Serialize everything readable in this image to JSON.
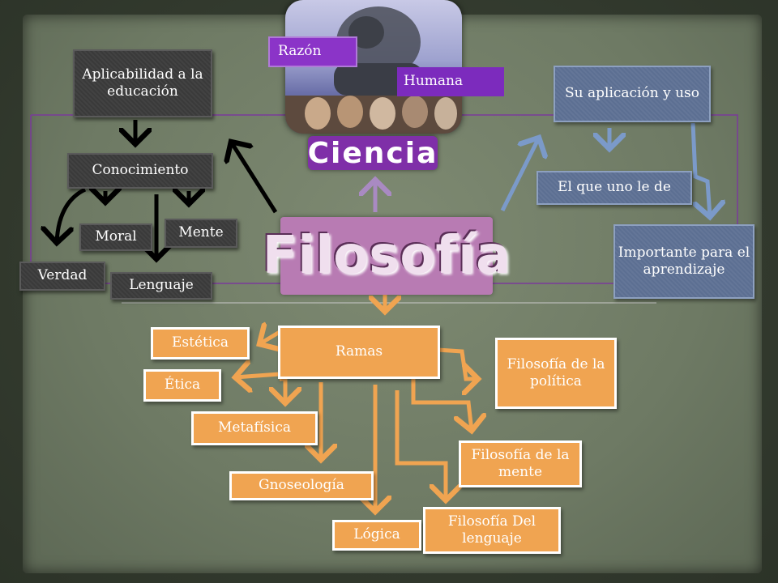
{
  "top_labels": {
    "razon": "Razón",
    "humana": "Humana"
  },
  "center": {
    "ciencia": "Ciencia",
    "filosofia": "Filosofía"
  },
  "left": {
    "aplicabilidad": "Aplicabilidad a la educación",
    "conocimiento": "Conocimiento",
    "moral": "Moral",
    "mente": "Mente",
    "verdad": "Verdad",
    "lenguaje": "Lenguaje"
  },
  "right": {
    "aplicacion": "Su aplicación y uso",
    "el_que_uno": "El que uno le de",
    "importante": "Importante para el aprendizaje"
  },
  "ramas": {
    "title": "Ramas",
    "estetica": "Estética",
    "etica": "Ética",
    "metafisica": "Metafísica",
    "gnoseologia": "Gnoseología",
    "logica": "Lógica",
    "filosofia_lenguaje": "Filosofía Del lenguaje",
    "filosofia_mente": "Filosofía de la mente",
    "filosofia_politica": "Filosofía de la política"
  },
  "colors": {
    "orange": "#f0a451",
    "blue_arrow": "#7b9ac9",
    "purple_arrow": "#a98ac2",
    "dark": "#3a3a3a"
  }
}
